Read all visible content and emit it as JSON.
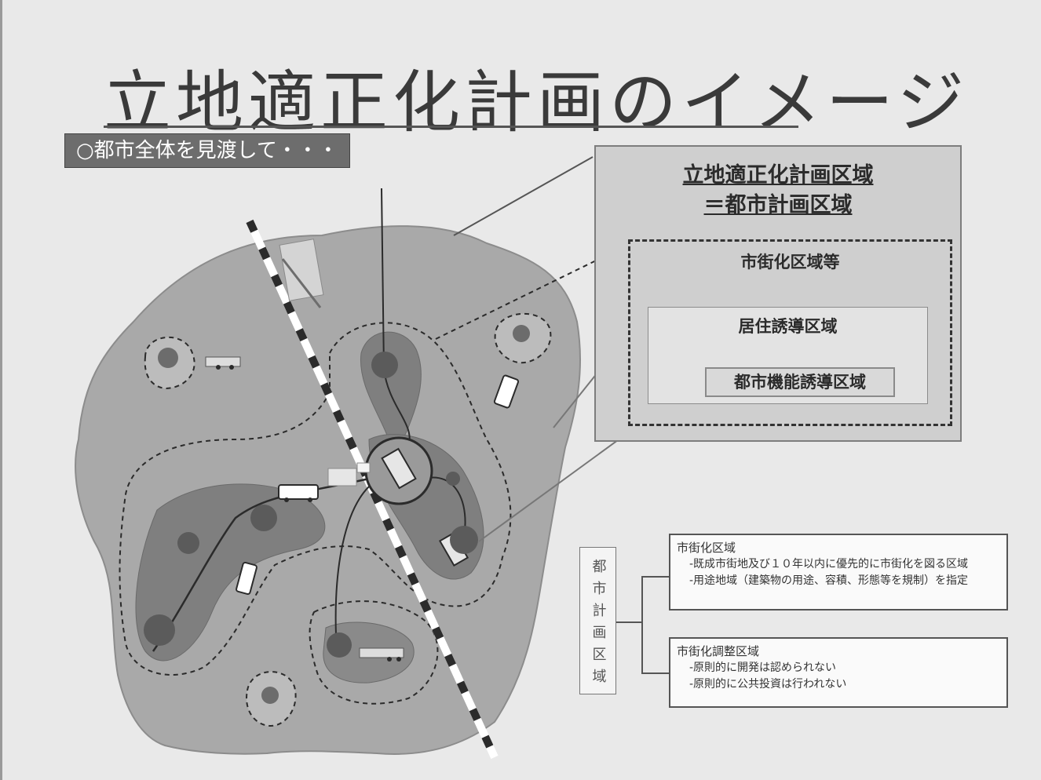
{
  "page": {
    "title": "立地適正化計画のイメージ",
    "subtitle": "○都市全体を見渡して・・・"
  },
  "zones": {
    "planning_area_line1": "立地適正化計画区域",
    "planning_area_line2": "＝都市計画区域",
    "urbanization_area": "市街化区域等",
    "residential_induction": "居住誘導区域",
    "urban_function_induction": "都市機能誘導区域"
  },
  "legend": {
    "vertical_label": "都市計画区域",
    "urbanization": {
      "heading": "市街化区域",
      "lines": [
        "-既成市街地及び１０年以内に優先的に市街化を図る区域",
        "-用途地域（建築物の用途、容積、形態等を規制）を指定"
      ]
    },
    "control": {
      "heading": "市街化調整区域",
      "lines": [
        "-原則的に開発は認められない",
        "-原則的に公共投資は行われない"
      ]
    }
  },
  "colors": {
    "map_fill": "#a9a9a9",
    "zone_fill": "#7f7f7f",
    "core_fill": "#5b5b5b",
    "dashed_line": "#2b2b2b"
  }
}
